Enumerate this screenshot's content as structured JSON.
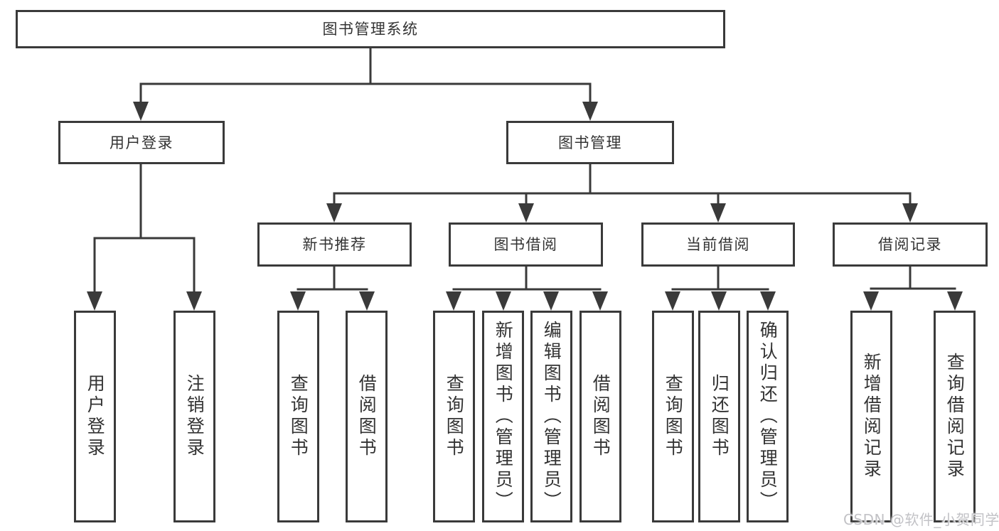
{
  "title": "图书管理系统",
  "tree": {
    "root_label": "图书管理系统",
    "user_login": {
      "label": "用户登录",
      "children": [
        "用户登录",
        "注销登录"
      ]
    },
    "book_management": {
      "label": "图书管理",
      "modules": [
        {
          "label": "新书推荐",
          "children": [
            "查询图书",
            "借阅图书"
          ]
        },
        {
          "label": "图书借阅",
          "children": [
            "查询图书",
            "新增图书（管理员）",
            "编辑图书（管理员）",
            "借阅图书"
          ]
        },
        {
          "label": "当前借阅",
          "children": [
            "查询图书",
            "归还图书",
            "确认归还（管理员）"
          ]
        },
        {
          "label": "借阅记录",
          "children": [
            "新增借阅记录",
            "查询借阅记录"
          ]
        }
      ]
    }
  },
  "watermark": "CSDN @软件_小贺同学",
  "colors": {
    "line": "#3a3a3a",
    "box_border": "#3a3a3a",
    "text": "#333333",
    "watermark": "#c2c2c6",
    "background": "#ffffff"
  }
}
